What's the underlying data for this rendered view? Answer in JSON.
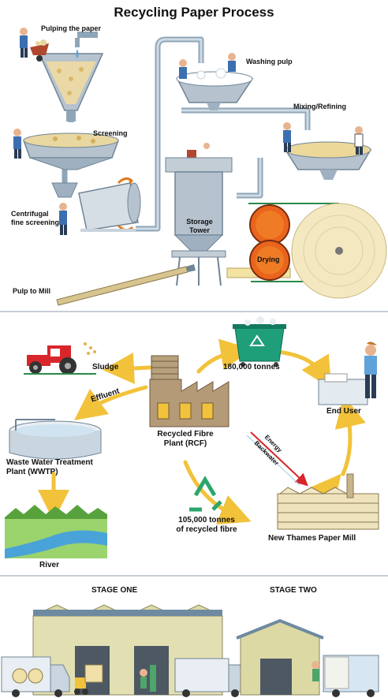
{
  "top": {
    "title": "Recycling Paper Process",
    "labels": {
      "pulping": "Pulping the paper",
      "washing": "Washing pulp",
      "screening": "Screening",
      "mixing": "Mixing/Refining",
      "centrifugal_line1": "Centrifugal",
      "centrifugal_line2": "fine screening",
      "storage_line1": "Storage",
      "storage_line2": "Tower",
      "drying": "Drying",
      "pulp_to_mill": "Pulp to Mill"
    }
  },
  "middle": {
    "sludge": "Sludge",
    "effluent": "Effluent",
    "tonnes_180": "180,000 tonnes",
    "end_user": "End User",
    "rcf_line1": "Recycled Fibre",
    "rcf_line2": "Plant (RCF)",
    "energy": "Energy",
    "backwater": "Backwater",
    "wwtp_line1": "Waste Water Treatment",
    "wwtp_line2": "Plant (WWTP)",
    "tonnes_105_line1": "105,000 tonnes",
    "tonnes_105_line2": "of recycled fibre",
    "mill": "New Thames Paper Mill",
    "river": "River"
  },
  "bottom": {
    "stage_one": "STAGE ONE",
    "stage_two": "STAGE TWO"
  }
}
